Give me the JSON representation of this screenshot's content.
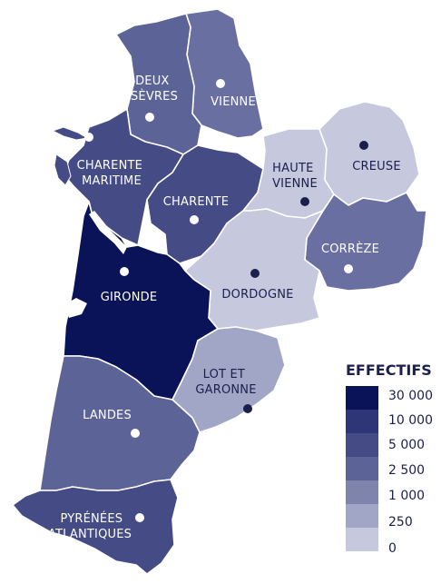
{
  "legend": {
    "title": "EFFECTIFS",
    "classes": [
      {
        "label": "30 000",
        "color": "#0a1258"
      },
      {
        "label": "10 000",
        "color": "#2f3677"
      },
      {
        "label": "5 000",
        "color": "#444b85"
      },
      {
        "label": "2 500",
        "color": "#5c6396"
      },
      {
        "label": "1 000",
        "color": "#7f84ad"
      },
      {
        "label": "250",
        "color": "#a2a6c6"
      },
      {
        "label": "0",
        "color": "#c6c8dd"
      }
    ]
  },
  "departments": [
    {
      "key": "deux_sevres",
      "name_lines": [
        "DEUX",
        "SÈVRES"
      ],
      "color": "#5c6396"
    },
    {
      "key": "vienne",
      "name_lines": [
        "VIENNE"
      ],
      "color": "#6a6fa1"
    },
    {
      "key": "charente_maritime",
      "name_lines": [
        "CHARENTE",
        "MARITIME"
      ],
      "color": "#444b85"
    },
    {
      "key": "charente",
      "name_lines": [
        "CHARENTE"
      ],
      "color": "#444b85"
    },
    {
      "key": "haute_vienne",
      "name_lines": [
        "HAUTE",
        "VIENNE"
      ],
      "color": "#c6c8dd"
    },
    {
      "key": "creuse",
      "name_lines": [
        "CREUSE"
      ],
      "color": "#c6c8dd"
    },
    {
      "key": "correze",
      "name_lines": [
        "CORRÈZE"
      ],
      "color": "#6a6fa1"
    },
    {
      "key": "dordogne",
      "name_lines": [
        "DORDOGNE"
      ],
      "color": "#c6c8dd"
    },
    {
      "key": "gironde",
      "name_lines": [
        "GIRONDE"
      ],
      "color": "#0a1258"
    },
    {
      "key": "lot_et_garonne",
      "name_lines": [
        "LOT ET",
        "GARONNE"
      ],
      "color": "#a2a6c6"
    },
    {
      "key": "landes",
      "name_lines": [
        "LANDES"
      ],
      "color": "#5c6396"
    },
    {
      "key": "pyrenees_atlantiques",
      "name_lines": [
        "PYRÉNÉES",
        "ATLANTIQUES"
      ],
      "color": "#444b85"
    }
  ]
}
